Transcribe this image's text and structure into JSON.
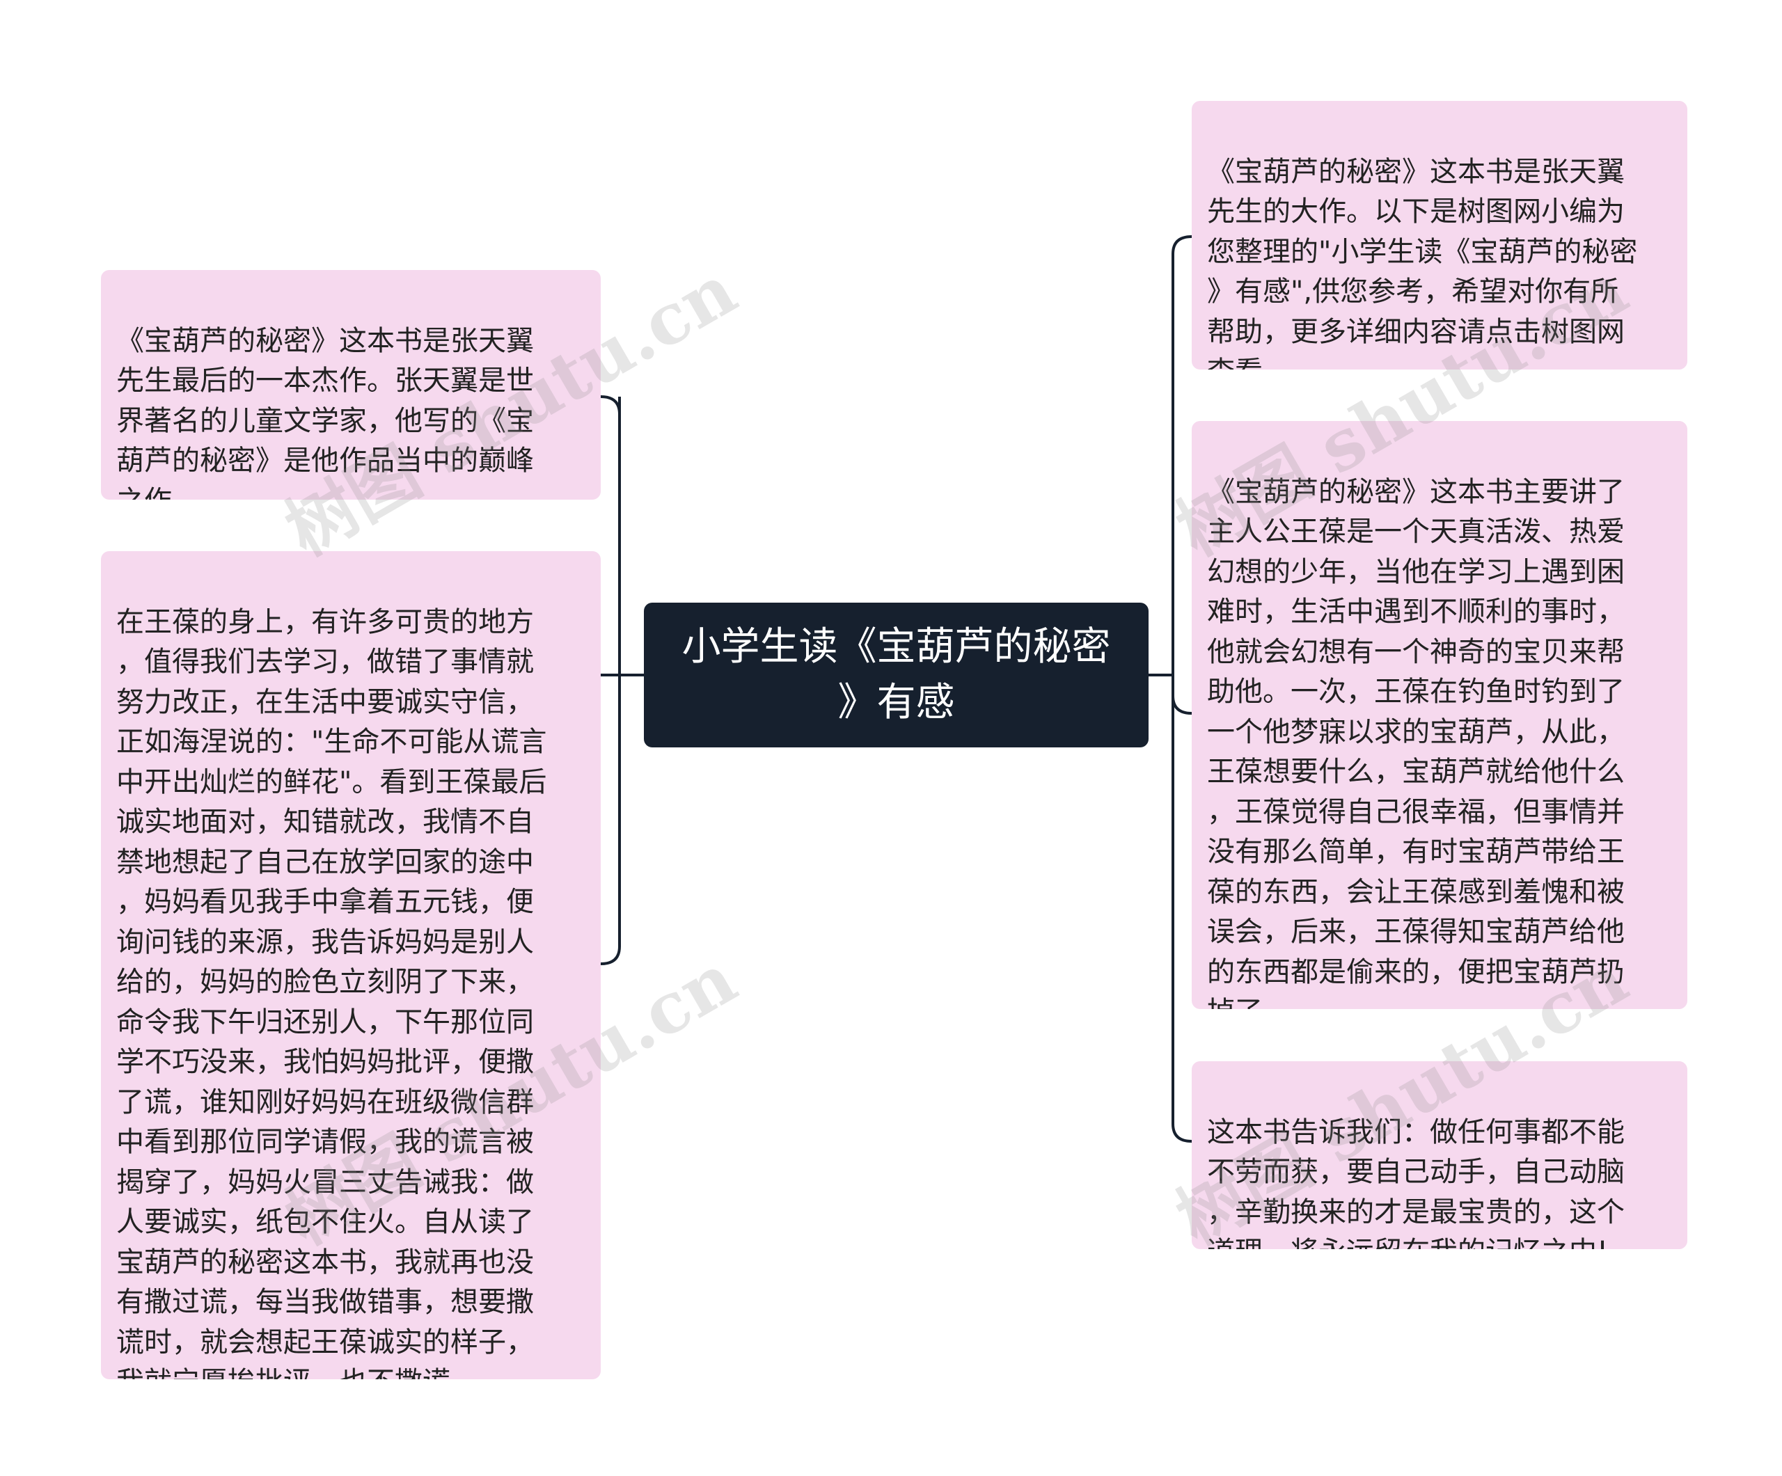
{
  "root": {
    "label": "小学生读《宝葫芦的秘密\n》有感"
  },
  "left_nodes": [
    {
      "text": "《宝葫芦的秘密》这本书是张天翼\n先生最后的一本杰作。张天翼是世\n界著名的儿童文学家，他写的《宝\n葫芦的秘密》是他作品当中的巅峰\n之作。"
    },
    {
      "text": "在王葆的身上，有许多可贵的地方\n，值得我们去学习，做错了事情就\n努力改正，在生活中要诚实守信，\n正如海涅说的：\"生命不可能从谎言\n中开出灿烂的鲜花\"。看到王葆最后\n诚实地面对，知错就改，我情不自\n禁地想起了自己在放学回家的途中\n，妈妈看见我手中拿着五元钱，便\n询问钱的来源，我告诉妈妈是别人\n给的，妈妈的脸色立刻阴了下来，\n命令我下午归还别人，下午那位同\n学不巧没来，我怕妈妈批评，便撒\n了谎，谁知刚好妈妈在班级微信群\n中看到那位同学请假，我的谎言被\n揭穿了，妈妈火冒三丈告诫我：做\n人要诚实，纸包不住火。自从读了\n宝葫芦的秘密这本书，我就再也没\n有撒过谎，每当我做错事，想要撒\n谎时，就会想起王葆诚实的样子，\n我就宁愿挨批评，也不撒谎。"
    }
  ],
  "right_nodes": [
    {
      "text": "《宝葫芦的秘密》这本书是张天翼\n先生的大作。以下是树图网小编为\n您整理的\"小学生读《宝葫芦的秘密\n》有感\",供您参考，希望对你有所\n帮助，更多详细内容请点击树图网\n查看。"
    },
    {
      "text": "《宝葫芦的秘密》这本书主要讲了\n主人公王葆是一个天真活泼、热爱\n幻想的少年，当他在学习上遇到困\n难时，生活中遇到不顺利的事时，\n他就会幻想有一个神奇的宝贝来帮\n助他。一次，王葆在钓鱼时钓到了\n一个他梦寐以求的宝葫芦，从此，\n王葆想要什么，宝葫芦就给他什么\n，王葆觉得自己很幸福，但事情并\n没有那么简单，有时宝葫芦带给王\n葆的东西，会让王葆感到羞愧和被\n误会，后来，王葆得知宝葫芦给他\n的东西都是偷来的，便把宝葫芦扔\n掉了。"
    },
    {
      "text": "这本书告诉我们：做任何事都不能\n不劳而获，要自己动手，自己动脑\n，辛勤换来的才是最宝贵的，这个\n道理，将永远留在我的记忆之中!"
    }
  ],
  "watermark": {
    "text": "树图 shutu.cn"
  },
  "colors": {
    "root_bg": "#16202e",
    "node_bg": "#f6d9ee",
    "connector": "#16202e"
  }
}
